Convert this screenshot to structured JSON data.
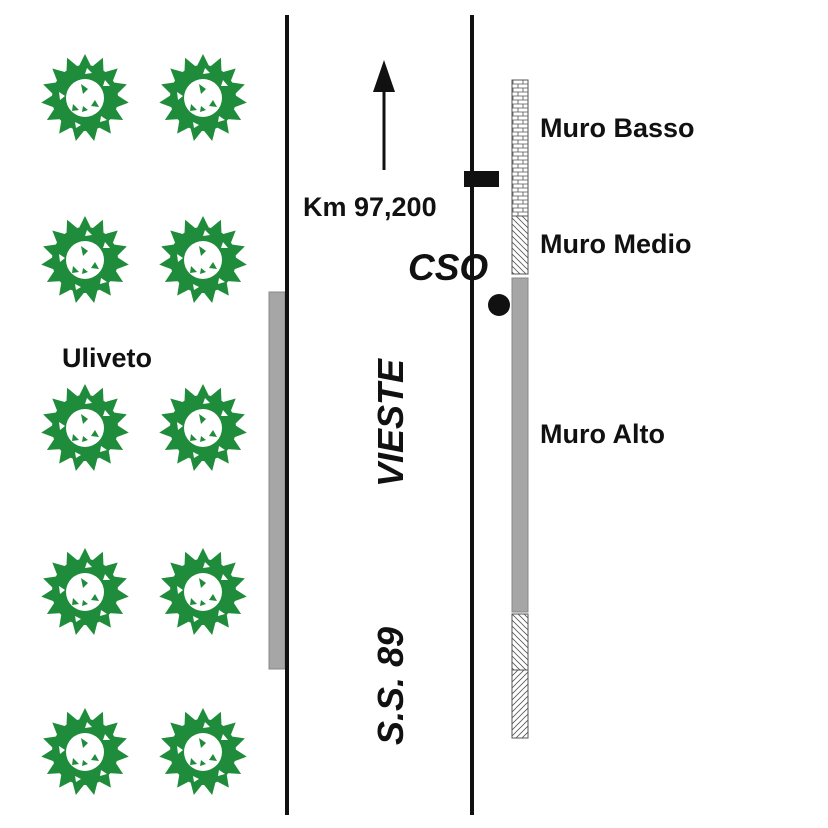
{
  "labels": {
    "orchard": "Uliveto",
    "direction": "VIESTE",
    "road": "S.S. 89",
    "km_marker": "Km 97,200",
    "station": "CSO",
    "wall_low": "Muro Basso",
    "wall_mid": "Muro Medio",
    "wall_high": "Muro Alto"
  },
  "colors": {
    "tree": "#1e8c3a",
    "road_line": "#111111",
    "verge": "#a6a6a6",
    "wall_high": "#a6a6a6",
    "wall_pattern": "#555555"
  },
  "icons": {
    "tree": "olive-tree-icon",
    "arrow": "north-arrow-icon",
    "marker": "km-marker-icon",
    "station": "station-dot-icon"
  }
}
